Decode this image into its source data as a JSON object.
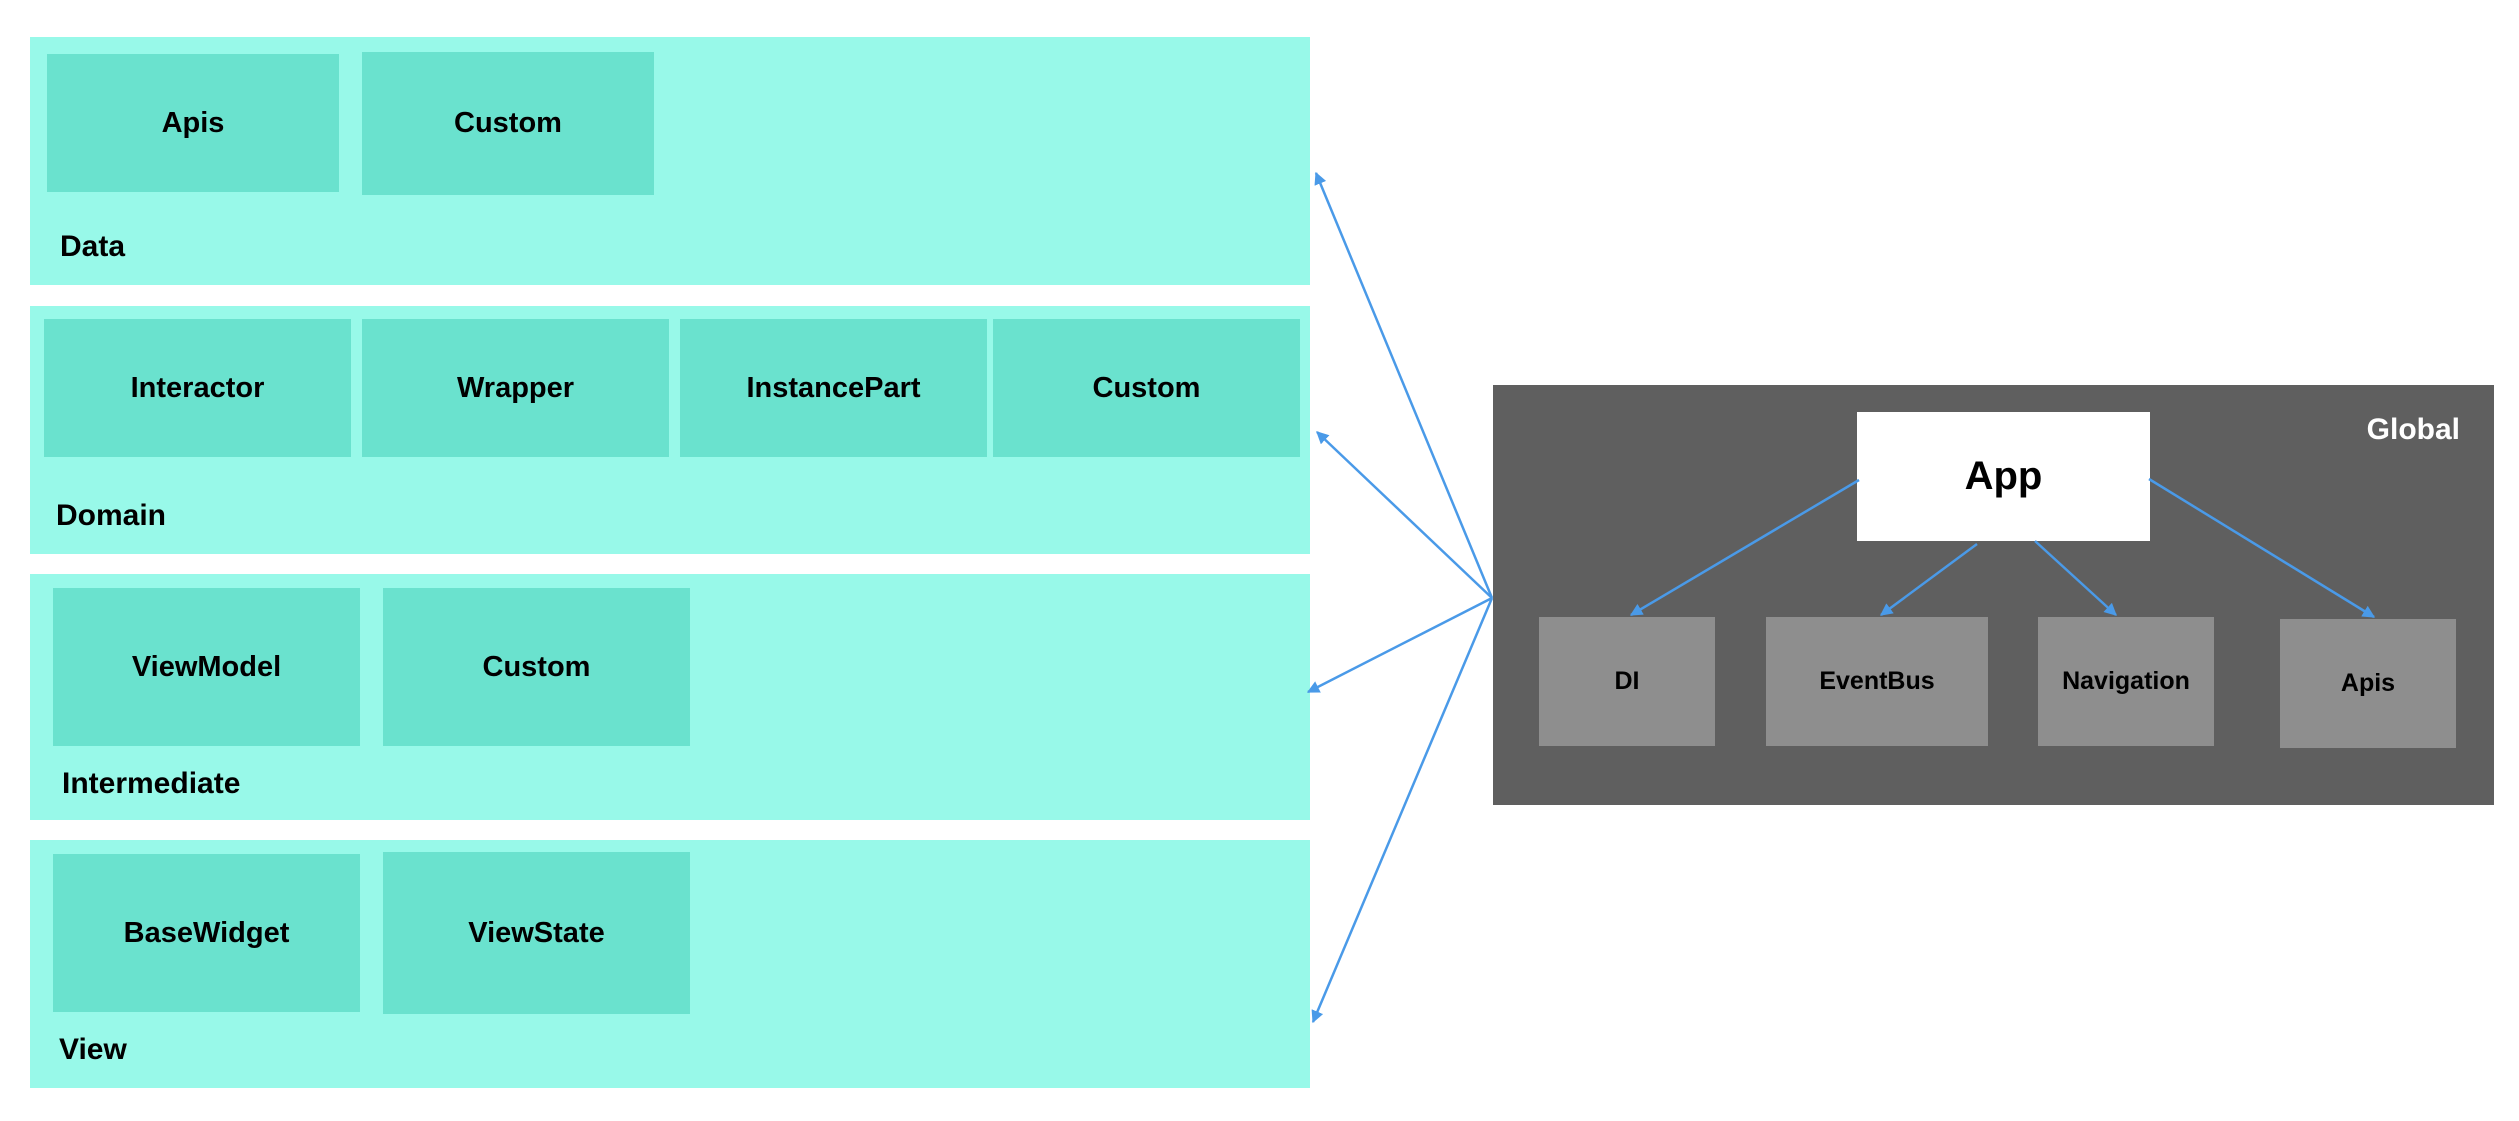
{
  "layers": {
    "data": {
      "label": "Data",
      "items": [
        "Apis",
        "Custom"
      ]
    },
    "domain": {
      "label": "Domain",
      "items": [
        "Interactor",
        "Wrapper",
        "InstancePart",
        "Custom"
      ]
    },
    "intermediate": {
      "label": "Intermediate",
      "items": [
        "ViewModel",
        "Custom"
      ]
    },
    "view": {
      "label": "View",
      "items": [
        "BaseWidget",
        "ViewState"
      ]
    }
  },
  "global": {
    "label": "Global",
    "app": "App",
    "items": [
      "DI",
      "EventBus",
      "Navigation",
      "Apis"
    ]
  },
  "colors": {
    "layer_bg": "#98f9e9",
    "box_bg": "#6ae2ce",
    "global_bg": "#5f5f5f",
    "global_box_bg": "#8e8e8e",
    "arrow": "#4a9ae8"
  }
}
